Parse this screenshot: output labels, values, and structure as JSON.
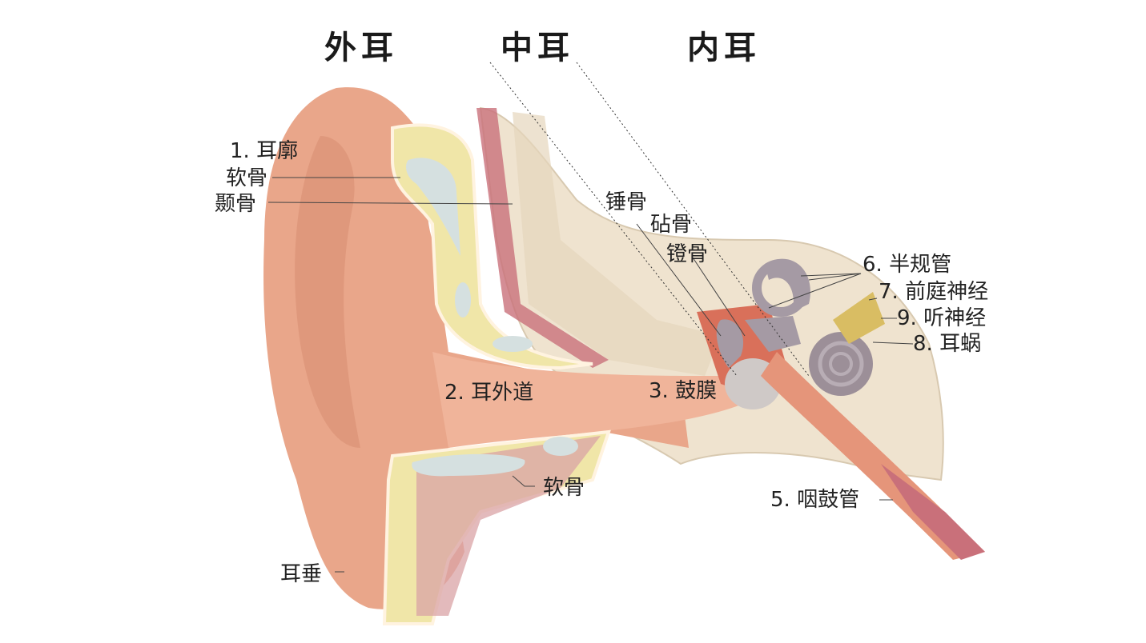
{
  "headers": {
    "outer": "外耳",
    "middle": "中耳",
    "inner": "内耳"
  },
  "labels": {
    "auricle": "1. 耳廓",
    "cartilage_top": "软骨",
    "temporal_bone": "颞骨",
    "ear_canal": "2. 耳外道",
    "eardrum": "3. 鼓膜",
    "malleus": "锤骨",
    "incus": "砧骨",
    "stapes": "镫骨",
    "semicircular_canals": "6. 半规管",
    "vestibular_nerve": "7. 前庭神经",
    "auditory_nerve": "9. 听神经",
    "cochlea": "8. 耳蜗",
    "eustachian_tube": "5. 咽鼓管",
    "cartilage_bottom": "软骨",
    "earlobe": "耳垂"
  },
  "colors": {
    "skin": "#e9a68a",
    "skin_light": "#f4c9b2",
    "fat": "#f0e6a8",
    "cartilage": "#d5e0e0",
    "bone": "#efe3cf",
    "muscle": "#c9707a",
    "ossicle": "#a59aa4",
    "nerve": "#d9bd63",
    "canal": "#e5957a"
  }
}
